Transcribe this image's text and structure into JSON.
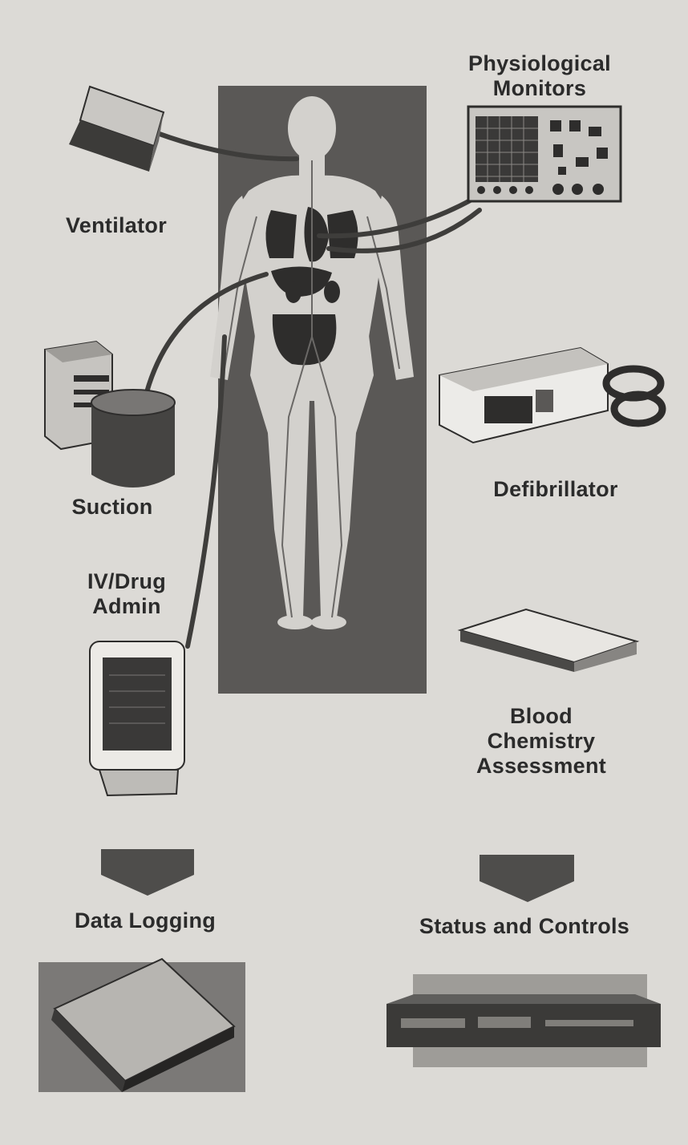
{
  "labels": {
    "physiological_monitors": [
      "Physiological",
      "Monitors"
    ],
    "ventilator": "Ventilator",
    "defibrillator": "Defibrillator",
    "suction": "Suction",
    "iv_drug_admin": [
      "IV/Drug",
      "Admin"
    ],
    "blood_chemistry": [
      "Blood",
      "Chemistry",
      "Assessment"
    ],
    "data_logging": "Data Logging",
    "status_and_controls": "Status and Controls"
  },
  "colors": {
    "background": "#dcdad6",
    "patient_panel": "#5a5856",
    "body_silhouette": "#d3d1cd",
    "organs": "#2e2d2c",
    "cables": "#3e3d3b",
    "arrows": "#4e4d4b",
    "label_text": "#2b2b2b"
  },
  "icons": [
    "human-body-icon",
    "ventilator-device-icon",
    "physiological-monitor-icon",
    "suction-unit-icon",
    "defibrillator-icon",
    "iv-pump-terminal-icon",
    "blood-chemistry-analyzer-icon",
    "data-logger-icon",
    "status-control-panel-icon",
    "down-arrow-icon"
  ]
}
